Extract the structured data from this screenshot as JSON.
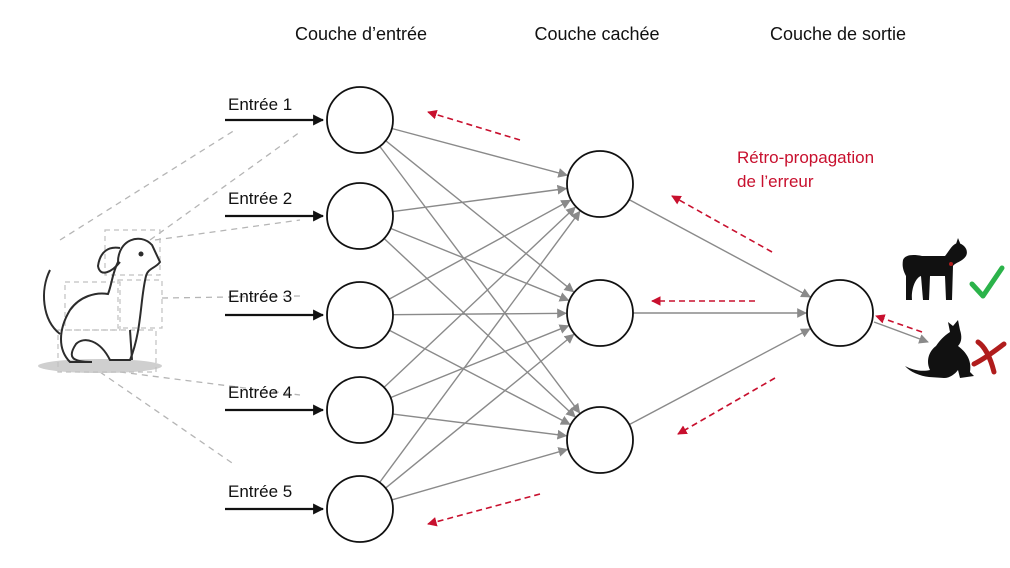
{
  "layer_titles": {
    "input": "Couche d’entrée",
    "hidden": "Couche cachée",
    "output": "Couche de sortie"
  },
  "inputs": [
    "Entrée 1",
    "Entrée 2",
    "Entrée 3",
    "Entrée 4",
    "Entrée 5"
  ],
  "backprop_label": {
    "line1": "Rétro-propagation",
    "line2": "de l’erreur"
  },
  "colors": {
    "backprop": "#c8102e",
    "check": "#2bb34a",
    "cross": "#b01c1c"
  },
  "icons": {
    "source_image": "dog-sketch-icon",
    "result_correct": "dog-silhouette-icon",
    "result_correct_mark": "check-mark-icon",
    "result_wrong": "cat-silhouette-icon",
    "result_wrong_mark": "cross-mark-icon"
  }
}
